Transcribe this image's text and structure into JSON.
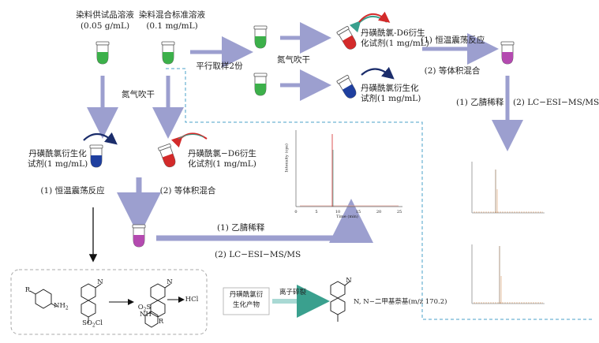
{
  "colors": {
    "arrow": "#9c9fcf",
    "green": "#3cb04a",
    "red": "#d32a2a",
    "blue": "#1f3f9f",
    "purple": "#b44ab0",
    "dash": "#4aa0c8",
    "navy_arc": "#1b2d6b",
    "teal_arrow": "#a9d9d4"
  },
  "top": {
    "sample_solution": "染料供试品溶液",
    "sample_conc": "(0.05 g/mL)",
    "std_solution": "染料混合标准溶液",
    "std_conc": "(0.1 mg/mL)",
    "parallel": "平行取样2份",
    "nitrogen": "氮气吹干",
    "d6_reagent": "丹磺酰氯-D6衍生\n化试剂(1 mg/mL)",
    "reagent": "丹磺酰氯衍生化\n试剂(1 mg/mL)",
    "step1": "(1) 恒温震荡反应",
    "step2": "(2) 等体积混合",
    "dilute": "(1) 乙腈稀释",
    "lcms": "(2) LC−ESI−MS/MS"
  },
  "left": {
    "nitrogen": "氮气吹干",
    "reagent": "丹磺酰氯衍生化\n试剂(1 mg/mL)",
    "d6_reagent": "丹磺酰氯−D6衍生\n化试剂(1 mg/mL)",
    "step1": "(1) 恒温震荡反应",
    "step2": "(2) 等体积混合",
    "dilute": "(1) 乙腈稀释",
    "lcms": "(2) LC−ESI−MS/MS"
  },
  "reaction": {
    "r": "R",
    "nh2": "NH",
    "nh2_sub": "2",
    "so2cl": "SO",
    "so2cl_sub": "2",
    "so2cl_tail": "Cl",
    "o2s": "O",
    "o2s_sub": "2",
    "o2s_tail": "S",
    "nh": "NH",
    "r2": "R",
    "hcl": "HCl",
    "nme2_a": "N",
    "nme2_b": "N"
  },
  "fragment": {
    "box": "丹磺酰氯衍\n生化产物",
    "arrow_label": "离子碎裂",
    "product_n": "N",
    "product": "N, N−二甲基萘基(m/z 170.2)"
  },
  "chromatogram": {
    "ylabel": "Intensity (cps)",
    "xlabel": "Time (min)",
    "xticks": [
      "0",
      "5",
      "10",
      "15",
      "20",
      "25"
    ]
  }
}
